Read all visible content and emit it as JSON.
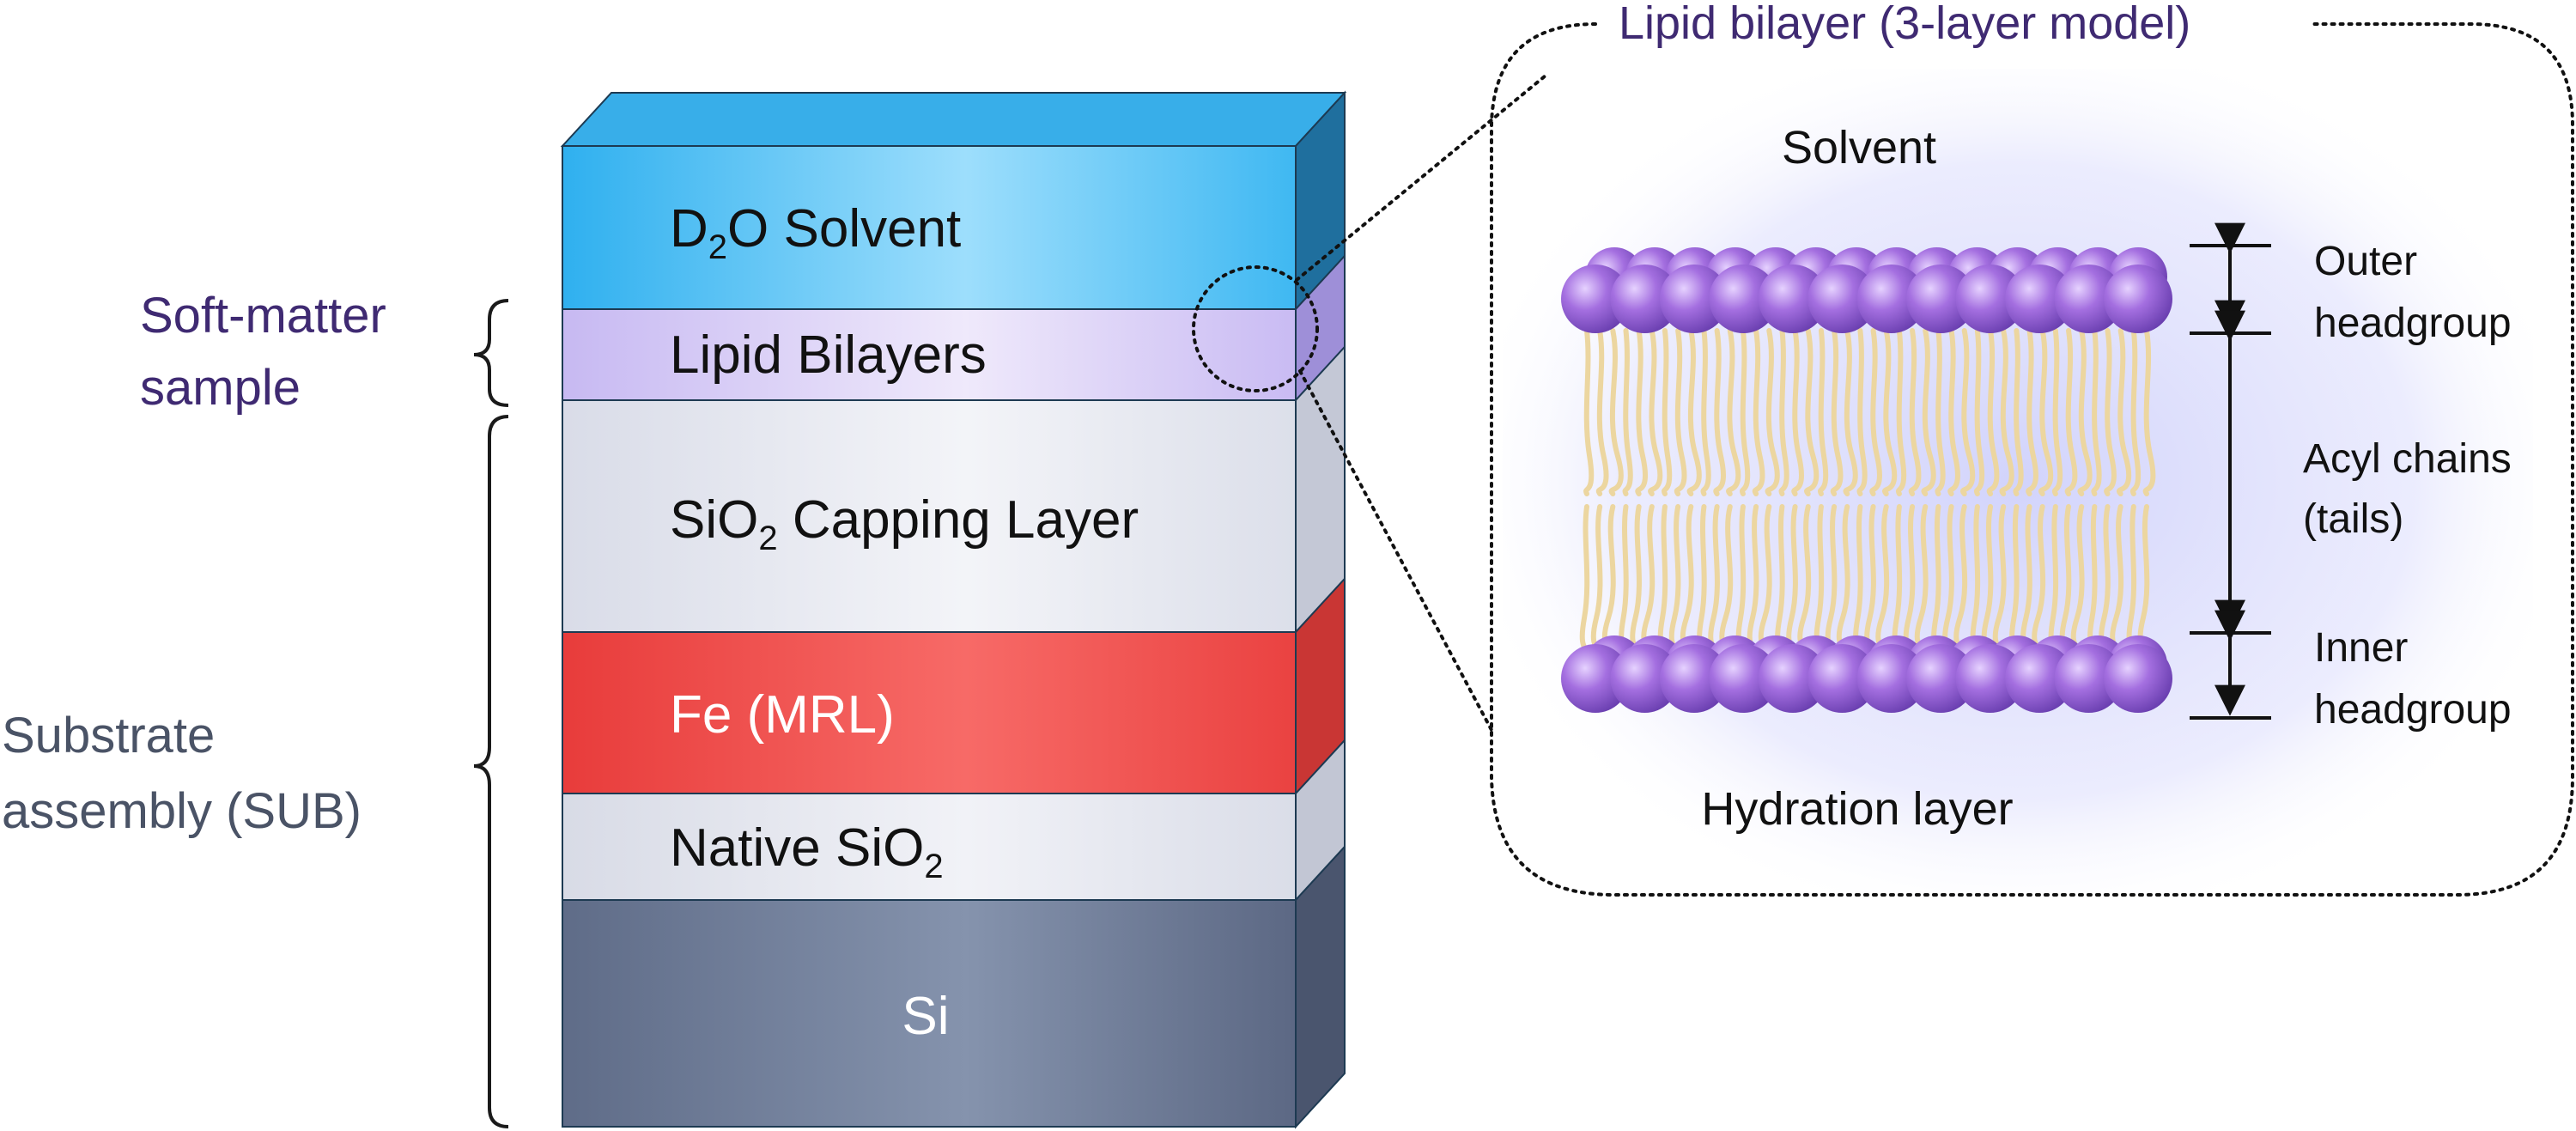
{
  "stack": {
    "layers": [
      {
        "id": "d2o",
        "text": "D",
        "sub": "2",
        "tail": "O Solvent",
        "color_top": "#39b4f0",
        "color_mid": "#8fd9fb"
      },
      {
        "id": "lipid",
        "text": "Lipid Bilayers",
        "color": "#d9cff6"
      },
      {
        "id": "cap",
        "text": "SiO",
        "sub": "2",
        "tail": " Capping Layer",
        "color": "#e4e7f0"
      },
      {
        "id": "fe",
        "text": "Fe (MRL)",
        "color": "#f04846"
      },
      {
        "id": "native",
        "text": "Native SiO",
        "sub": "2",
        "tail": "",
        "color": "#e2e5ee"
      },
      {
        "id": "si",
        "text": "Si",
        "color": "#6f7d99"
      }
    ]
  },
  "side_labels": {
    "soft_matter": {
      "line1": "Soft-matter",
      "line2": "sample",
      "color": "#3f2a72"
    },
    "substrate": {
      "line1": "Substrate",
      "line2": "assembly (SUB)",
      "color": "#4a5366"
    }
  },
  "inset": {
    "title": "Lipid bilayer (3-layer model)",
    "title_color": "#3f2a72",
    "solvent_label": "Solvent",
    "hydration_label": "Hydration layer",
    "head_color": "#9a62d6",
    "tail_color": "#ecd6a0"
  },
  "dimension_labels": {
    "outer": {
      "line1": "Outer",
      "line2": "headgroup"
    },
    "acyl": {
      "line1": "Acyl chains",
      "line2": "(tails)"
    },
    "inner": {
      "line1": "Inner",
      "line2": "headgroup"
    }
  }
}
